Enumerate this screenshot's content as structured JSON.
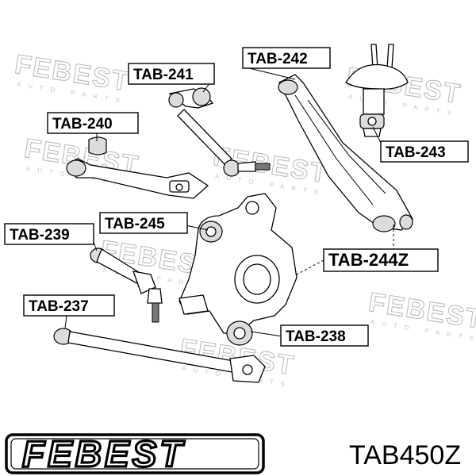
{
  "watermark": {
    "text": "FEBEST",
    "sub": "AUTO PARTS"
  },
  "labels": [
    {
      "id": "tab-241",
      "text": "TAB-241"
    },
    {
      "id": "tab-242",
      "text": "TAB-242"
    },
    {
      "id": "tab-240",
      "text": "TAB-240"
    },
    {
      "id": "tab-243",
      "text": "TAB-243"
    },
    {
      "id": "tab-245",
      "text": "TAB-245"
    },
    {
      "id": "tab-239",
      "text": "TAB-239"
    },
    {
      "id": "tab-244z",
      "text": "TAB-244Z"
    },
    {
      "id": "tab-237",
      "text": "TAB-237"
    },
    {
      "id": "tab-238",
      "text": "TAB-238"
    }
  ],
  "brand": {
    "logo": "FEBEST"
  },
  "part_number": "TAB450Z"
}
